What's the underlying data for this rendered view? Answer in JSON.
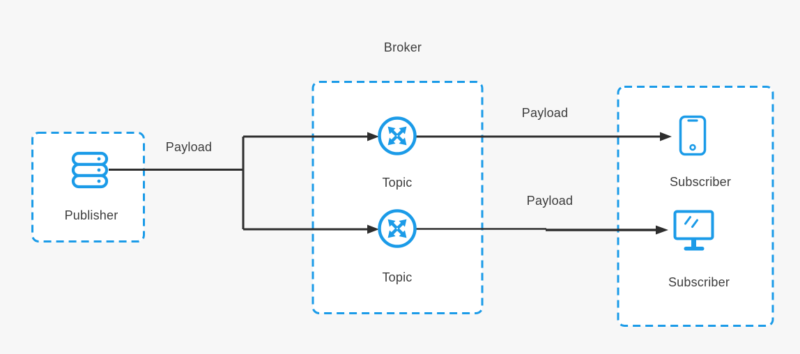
{
  "diagram": {
    "type": "pub-sub-message-flow",
    "broker_title": "Broker",
    "nodes": {
      "publisher": {
        "label": "Publisher",
        "icon": "server-stack-icon"
      },
      "topic_top": {
        "label": "Topic",
        "icon": "topic-router-icon"
      },
      "topic_bottom": {
        "label": "Topic",
        "icon": "topic-router-icon"
      },
      "subscriber_top": {
        "label": "Subscriber",
        "icon": "smartphone-icon"
      },
      "subscriber_bottom": {
        "label": "Subscriber",
        "icon": "monitor-icon"
      }
    },
    "edge_labels": {
      "payload_left": "Payload",
      "payload_top_right": "Payload",
      "payload_bottom_right": "Payload"
    },
    "edges": [
      {
        "from": "Publisher",
        "to": "Topic (top)",
        "label": "Payload"
      },
      {
        "from": "Publisher",
        "to": "Topic (bottom)",
        "label": "Payload"
      },
      {
        "from": "Topic (top)",
        "to": "Subscriber (top)",
        "label": "Payload"
      },
      {
        "from": "Topic (bottom)",
        "to": "Subscriber (bottom)",
        "label": "Payload"
      }
    ],
    "colors": {
      "accent_blue": "#1b9be8",
      "connector_black": "#2e2e2e",
      "text": "#3c3c3c",
      "background": "#f7f7f7",
      "node_fill": "#ffffff"
    }
  }
}
